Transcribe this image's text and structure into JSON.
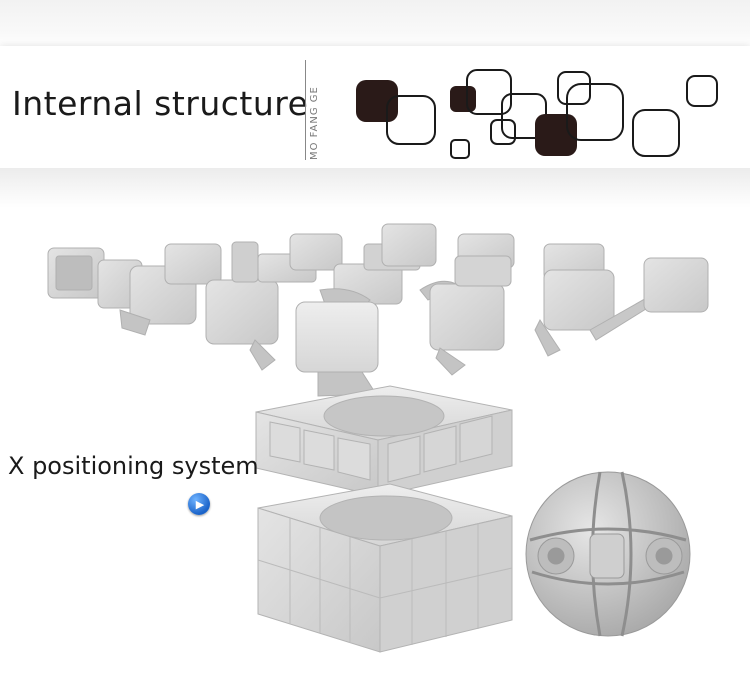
{
  "header": {
    "title": "Internal structure",
    "vertical_text": "MO FANG GE"
  },
  "body": {
    "caption": "X positioning system",
    "arrow_icon": "play-arrow-icon",
    "arrow_color": "#1a63c9"
  },
  "colors": {
    "dark_square": "#2a1a18",
    "outline": "#1a1a1a",
    "cube_plastic": "#d9d9d9"
  }
}
